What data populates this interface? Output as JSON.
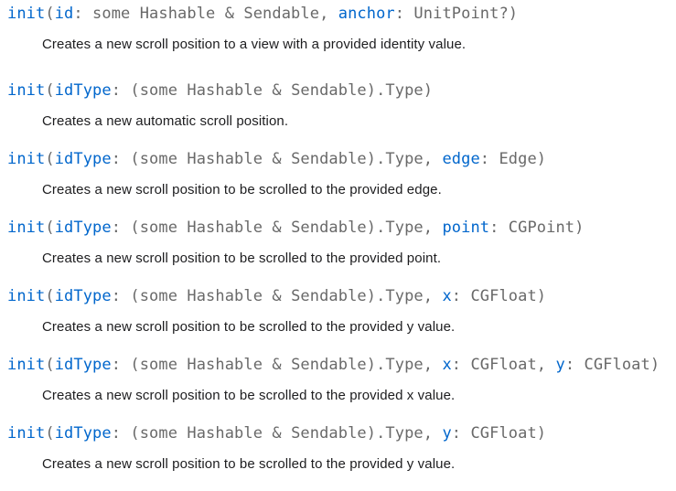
{
  "colors": {
    "keyword_blue": "#0066CC",
    "code_gray": "#696969",
    "description_text": "#1d1d1f",
    "background": "#ffffff"
  },
  "entries": [
    {
      "signature": [
        {
          "text": "init",
          "color": "blue"
        },
        {
          "text": "(",
          "color": "gray"
        },
        {
          "text": "id",
          "color": "blue"
        },
        {
          "text": ": some Hashable & Sendable, ",
          "color": "gray"
        },
        {
          "text": "anchor",
          "color": "blue"
        },
        {
          "text": ": UnitPoint?)",
          "color": "gray"
        }
      ],
      "description": "Creates a new scroll position to a view with a provided identity value."
    },
    {
      "signature": [
        {
          "text": "init",
          "color": "blue"
        },
        {
          "text": "(",
          "color": "gray"
        },
        {
          "text": "idType",
          "color": "blue"
        },
        {
          "text": ": (some Hashable & Sendable).Type)",
          "color": "gray"
        }
      ],
      "description": "Creates a new automatic scroll position."
    },
    {
      "signature": [
        {
          "text": "init",
          "color": "blue"
        },
        {
          "text": "(",
          "color": "gray"
        },
        {
          "text": "idType",
          "color": "blue"
        },
        {
          "text": ": (some Hashable & Sendable).Type, ",
          "color": "gray"
        },
        {
          "text": "edge",
          "color": "blue"
        },
        {
          "text": ": Edge)",
          "color": "gray"
        }
      ],
      "description": "Creates a new scroll position to be scrolled to the provided edge."
    },
    {
      "signature": [
        {
          "text": "init",
          "color": "blue"
        },
        {
          "text": "(",
          "color": "gray"
        },
        {
          "text": "idType",
          "color": "blue"
        },
        {
          "text": ": (some Hashable & Sendable).Type, ",
          "color": "gray"
        },
        {
          "text": "point",
          "color": "blue"
        },
        {
          "text": ": CGPoint)",
          "color": "gray"
        }
      ],
      "description": "Creates a new scroll position to be scrolled to the provided point."
    },
    {
      "signature": [
        {
          "text": "init",
          "color": "blue"
        },
        {
          "text": "(",
          "color": "gray"
        },
        {
          "text": "idType",
          "color": "blue"
        },
        {
          "text": ": (some Hashable & Sendable).Type, ",
          "color": "gray"
        },
        {
          "text": "x",
          "color": "blue"
        },
        {
          "text": ": CGFloat)",
          "color": "gray"
        }
      ],
      "description": "Creates a new scroll position to be scrolled to the provided y value."
    },
    {
      "signature": [
        {
          "text": "init",
          "color": "blue"
        },
        {
          "text": "(",
          "color": "gray"
        },
        {
          "text": "idType",
          "color": "blue"
        },
        {
          "text": ": (some Hashable & Sendable).Type, ",
          "color": "gray"
        },
        {
          "text": "x",
          "color": "blue"
        },
        {
          "text": ": CGFloat, ",
          "color": "gray"
        },
        {
          "text": "y",
          "color": "blue"
        },
        {
          "text": ": CGFloat)",
          "color": "gray"
        }
      ],
      "description": "Creates a new scroll position to be scrolled to the provided x value."
    },
    {
      "signature": [
        {
          "text": "init",
          "color": "blue"
        },
        {
          "text": "(",
          "color": "gray"
        },
        {
          "text": "idType",
          "color": "blue"
        },
        {
          "text": ": (some Hashable & Sendable).Type, ",
          "color": "gray"
        },
        {
          "text": "y",
          "color": "blue"
        },
        {
          "text": ": CGFloat)",
          "color": "gray"
        }
      ],
      "description": "Creates a new scroll position to be scrolled to the provided y value."
    }
  ]
}
